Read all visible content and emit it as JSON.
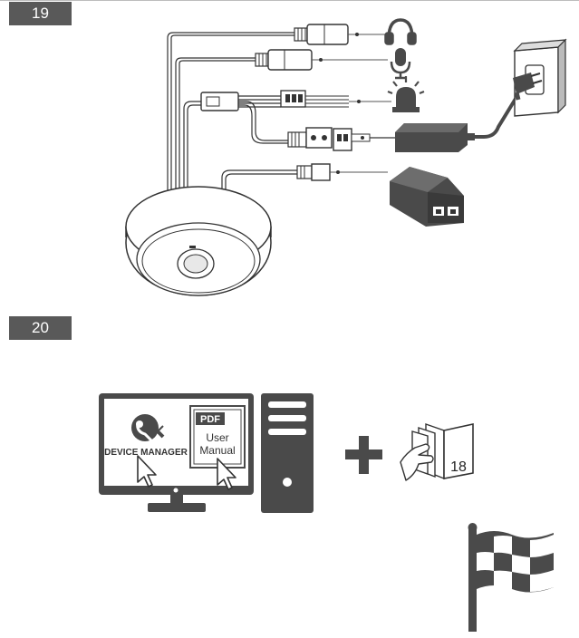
{
  "steps": [
    {
      "number": "19"
    },
    {
      "number": "20"
    }
  ],
  "step19": {
    "connectors": [
      "headphone-icon",
      "microphone-icon",
      "alarm-light-icon",
      "power-adapter-icon",
      "poe-injector-icon",
      "wall-outlet-icon"
    ]
  },
  "step20": {
    "monitor": {
      "app_label": "DEVICE MANAGER",
      "doc_badge": "PDF",
      "doc_line1": "User",
      "doc_line2": "Manual"
    },
    "plus_sign": "+",
    "manual_page": "18",
    "finish_icon": "checkered-flag-icon"
  },
  "colors": {
    "step_badge": "#595959",
    "dark_gray": "#4a4a4a",
    "line": "#333333"
  }
}
